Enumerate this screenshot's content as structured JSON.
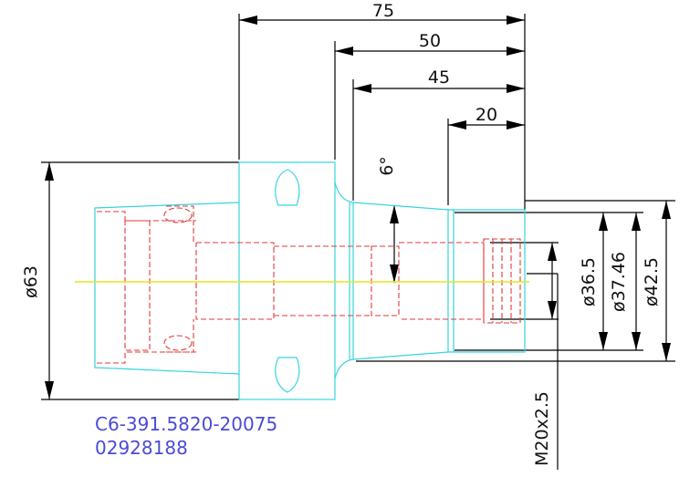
{
  "dimensions": {
    "len_75": "75",
    "len_50": "50",
    "len_45": "45",
    "len_20": "20",
    "angle_6": "6°",
    "dia_63": "ø63",
    "dia_36_5": "ø36.5",
    "dia_37_46": "ø37.46",
    "dia_42_5": "ø42.5",
    "thread": "M20x2.5"
  },
  "part": {
    "code": "C6-391.5820-20075",
    "number": "02928188"
  },
  "colors": {
    "outline": "#36d4e0",
    "hidden": "#e23a3a",
    "centerline": "#e6e61a",
    "dimension": "#000000",
    "label": "#4b4bd6"
  }
}
